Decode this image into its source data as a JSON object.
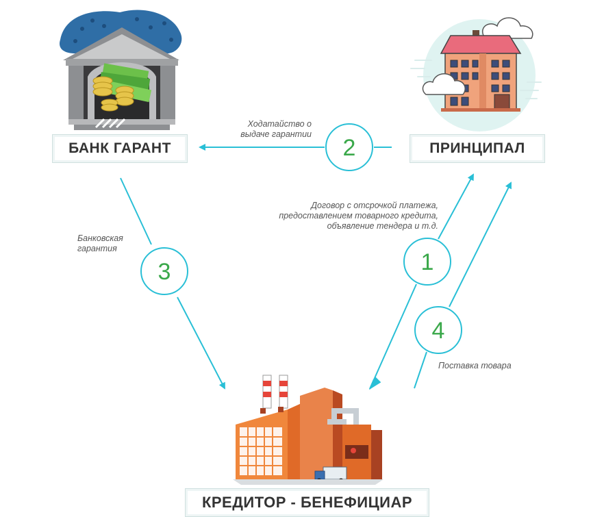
{
  "nodes": {
    "bank": "БАНК ГАРАНТ",
    "principal": "ПРИНЦИПАЛ",
    "creditor": "КРЕДИТОР - БЕНЕФИЦИАР"
  },
  "steps": [
    {
      "number": "2",
      "label": "Ходатайство о\nвыдаче гарантии"
    },
    {
      "number": "1",
      "label": "Договор с отсрочкой платежа,\nпредоставлением товарного кредита,\nобъявление тендера и т.д."
    },
    {
      "number": "3",
      "label": "Банковская\nгарантия"
    },
    {
      "number": "4",
      "label": "Поставка товара"
    }
  ],
  "colors": {
    "arrow": "#29bfd6",
    "number": "#3aa84a",
    "roof": "#e96b7c",
    "brick": "#e9834a"
  },
  "icons": [
    "bank-building-icon",
    "house-icon",
    "factory-icon",
    "truck-icon",
    "cloud-icon"
  ]
}
